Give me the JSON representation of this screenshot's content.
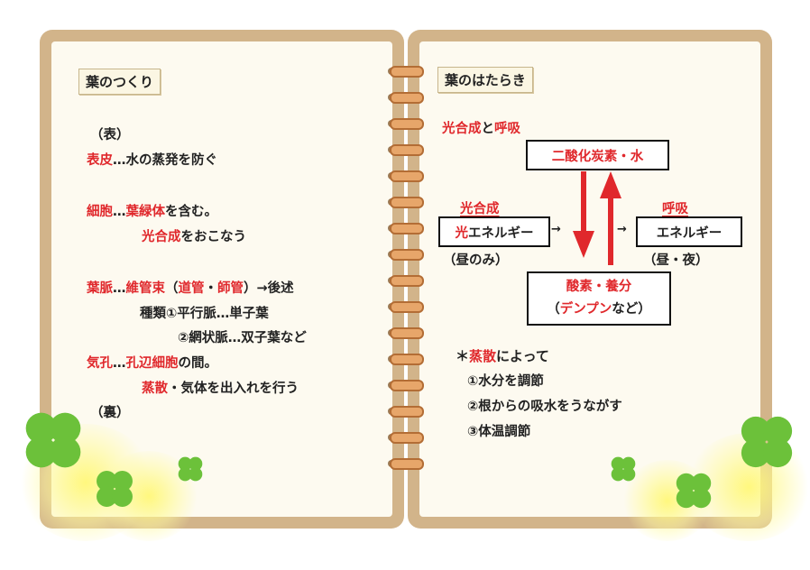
{
  "left": {
    "title": "葉のつくり",
    "omote": "（表）",
    "hyohi": {
      "term": "表皮",
      "desc": "…水の蒸発を防ぐ"
    },
    "saibou": {
      "term": "細胞",
      "ellipsis": "…",
      "term2": "葉緑体",
      "desc": "を含む。"
    },
    "kougousei": {
      "term": "光合成",
      "desc": "をおこなう"
    },
    "youmyaku": {
      "term": "葉脈",
      "ellipsis": "…",
      "term2": "維管束",
      "open": "（",
      "term3": "道管",
      "sep": "・",
      "term4": "師管",
      "close": "）",
      "desc": "→後述"
    },
    "shurui1": "種類①平行脈…単子葉",
    "shurui2": "②網状脈…双子葉など",
    "kikou": {
      "term": "気孔",
      "ellipsis": "…",
      "term2": "孔辺細胞",
      "desc": "の間。"
    },
    "jousan": {
      "term": "蒸散",
      "desc": "・気体を出入れを行う"
    },
    "ura": "（裏）"
  },
  "right": {
    "title": "葉のはたらき",
    "heading": {
      "a": "光合成",
      "mid": "と",
      "b": "呼吸"
    },
    "co2_box": "二酸化炭素・水",
    "photo_label": "光合成",
    "light_box": {
      "red": "光",
      "rest": "エネルギー"
    },
    "day_only": "（昼のみ）",
    "resp_label": "呼吸",
    "energy_box": "エネルギー",
    "day_night": "（昼・夜）",
    "o2_box": {
      "line1": "酸素・養分",
      "open": "（",
      "red": "デンプン",
      "rest": "など）"
    },
    "arrow_right": "→",
    "note": {
      "star": "＊",
      "term": "蒸散",
      "rest": "によって"
    },
    "items": [
      "①水分を調節",
      "②根からの吸水をうながす",
      "③体温調節"
    ]
  },
  "colors": {
    "accent_red": "#e0282c",
    "cover": "#d2b48a",
    "paper": "#fdfaf0",
    "clover": "#6cc13a"
  }
}
